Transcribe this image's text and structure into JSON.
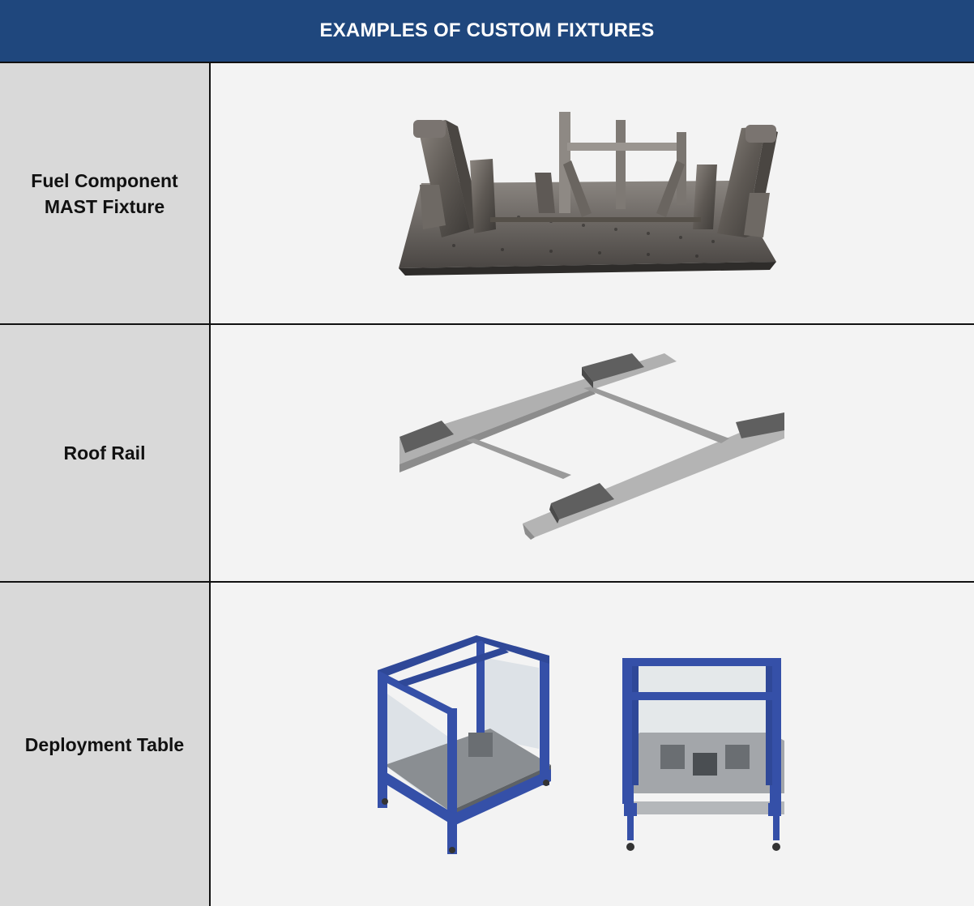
{
  "header": {
    "title": "EXAMPLES OF CUSTOM FIXTURES"
  },
  "rows": [
    {
      "label_line1": "Fuel Component",
      "label_line2": "MAST Fixture"
    },
    {
      "label_line1": "Roof Rail",
      "label_line2": ""
    },
    {
      "label_line1": "Deployment Table",
      "label_line2": ""
    }
  ],
  "colors": {
    "header_bg": "#1f477d",
    "label_bg": "#d9d9d9",
    "frame_blue": "#3550a8"
  }
}
